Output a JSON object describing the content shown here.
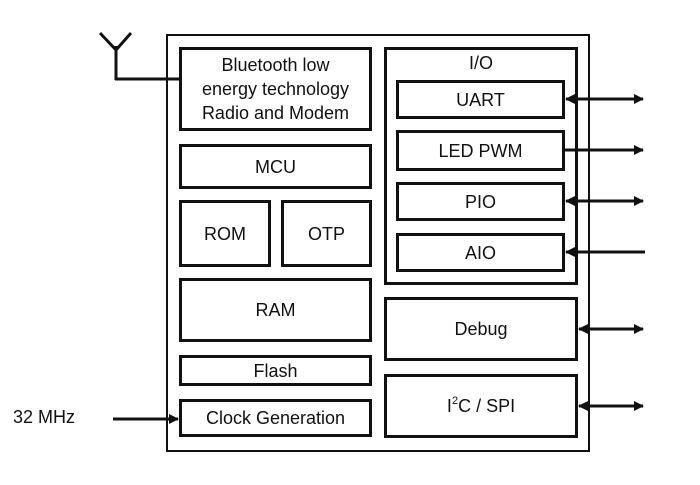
{
  "diagram": {
    "antenna": {
      "icon": "antenna-icon"
    },
    "clock_input": {
      "label": "32 MHz",
      "direction": "in"
    },
    "left_blocks": {
      "radio": {
        "lines": [
          "Bluetooth low",
          "energy technology",
          "Radio and Modem"
        ]
      },
      "mcu": "MCU",
      "rom": "ROM",
      "otp": "OTP",
      "ram": "RAM",
      "flash": "Flash",
      "clock": "Clock Generation"
    },
    "io_group": {
      "label": "I/O",
      "items": [
        {
          "label": "UART",
          "direction": "bidirectional"
        },
        {
          "label": "LED PWM",
          "direction": "out"
        },
        {
          "label": "PIO",
          "direction": "bidirectional"
        },
        {
          "label": "AIO",
          "direction": "in"
        }
      ]
    },
    "debug": {
      "label": "Debug",
      "direction": "bidirectional"
    },
    "i2c_spi": {
      "label_base": "I",
      "label_sup": "2",
      "label_rest": "C / SPI",
      "direction": "bidirectional"
    }
  }
}
